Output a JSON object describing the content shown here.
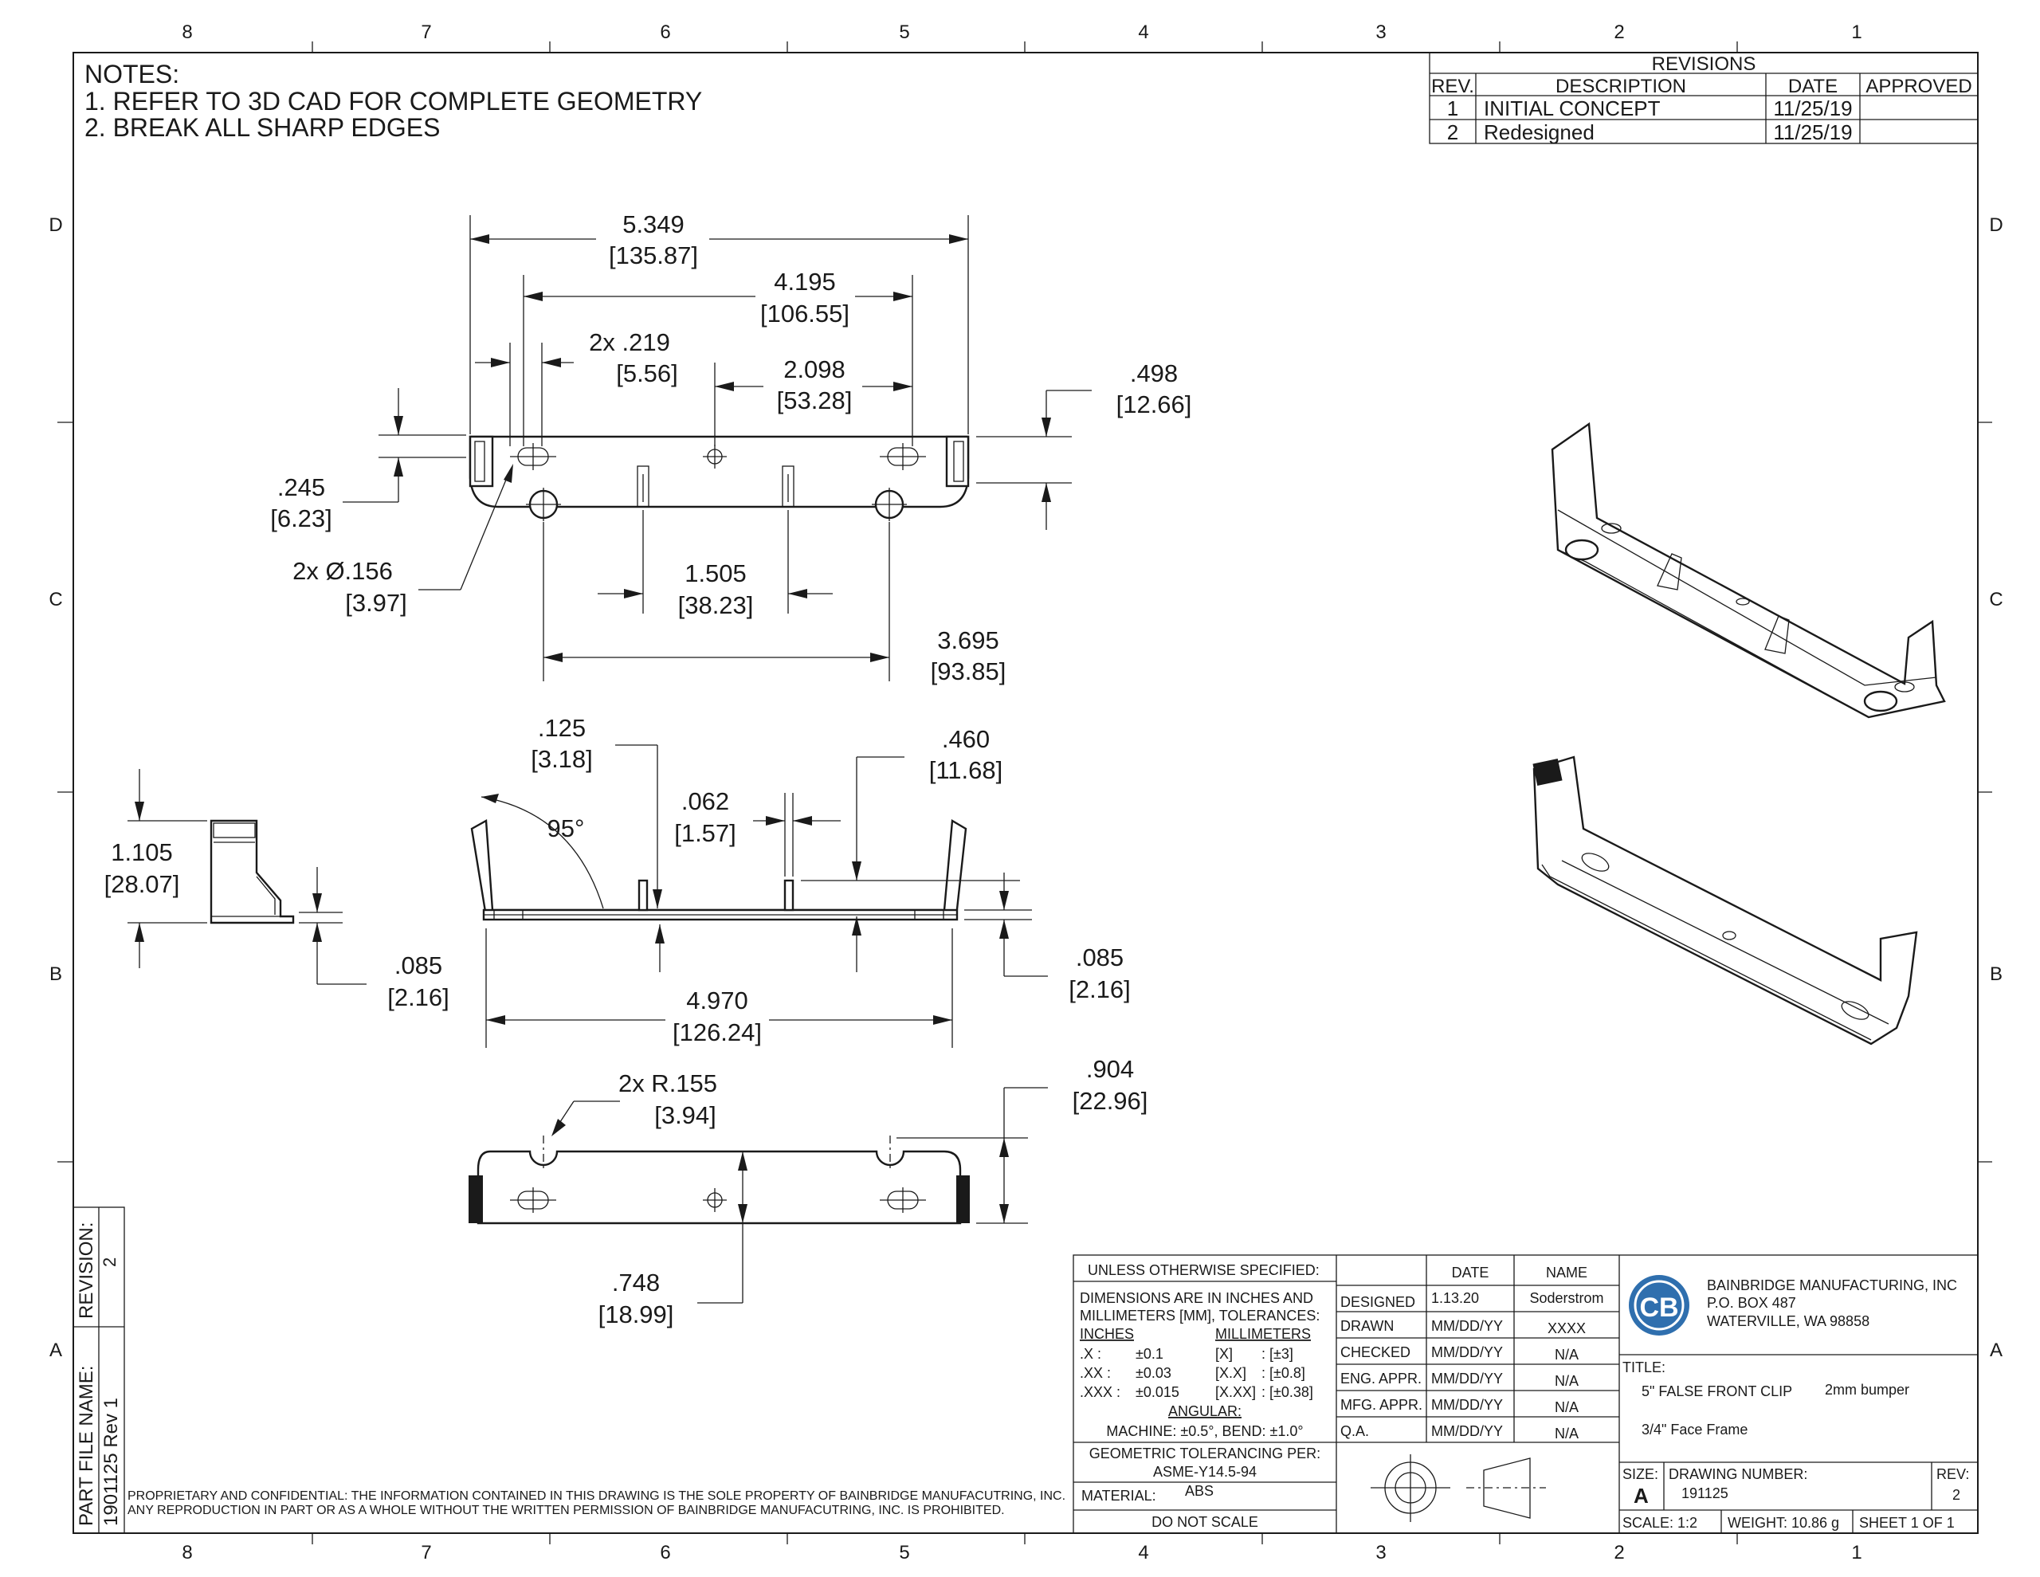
{
  "zones": {
    "columns": [
      "8",
      "7",
      "6",
      "5",
      "4",
      "3",
      "2",
      "1"
    ],
    "rows": [
      "D",
      "C",
      "B",
      "A"
    ]
  },
  "notes": {
    "heading": "NOTES:",
    "items": [
      "1.  REFER TO 3D CAD FOR COMPLETE GEOMETRY",
      "2.  BREAK ALL SHARP EDGES"
    ]
  },
  "revisions": {
    "title": "REVISIONS",
    "headers": {
      "rev": "REV.",
      "description": "DESCRIPTION",
      "date": "DATE",
      "approved": "APPROVED"
    },
    "rows": [
      {
        "rev": "1",
        "description": "INITIAL CONCEPT",
        "date": "11/25/19",
        "approved": ""
      },
      {
        "rev": "2",
        "description": "Redesigned",
        "date": "11/25/19",
        "approved": ""
      }
    ]
  },
  "dimensions": {
    "top_overall": {
      "in": "5.349",
      "mm": "[135.87]"
    },
    "top_slot_spacing": {
      "in": "4.195",
      "mm": "[106.55]"
    },
    "slot_width": {
      "in": "2x  .219",
      "mm": "[5.56]"
    },
    "center_offset": {
      "in": "2.098",
      "mm": "[53.28]"
    },
    "height_right": {
      "in": ".498",
      "mm": "[12.66]"
    },
    "height_left": {
      "in": ".245",
      "mm": "[6.23]"
    },
    "hole_dia": {
      "in": "2x  Ø.156",
      "mm": "[3.97]"
    },
    "tab_spacing": {
      "in": "1.505",
      "mm": "[38.23]"
    },
    "hole_spacing": {
      "in": "3.695",
      "mm": "[93.85]"
    },
    "wall_thk": {
      "in": ".125",
      "mm": "[3.18]"
    },
    "angle": "95°",
    "tab_thk": {
      "in": ".062",
      "mm": "[1.57]"
    },
    "tab_height": {
      "in": ".460",
      "mm": "[11.68]"
    },
    "side_height": {
      "in": "1.105",
      "mm": "[28.07]"
    },
    "base_thk_left": {
      "in": ".085",
      "mm": "[2.16]"
    },
    "base_thk_right": {
      "in": ".085",
      "mm": "[2.16]"
    },
    "base_length": {
      "in": "4.970",
      "mm": "[126.24]"
    },
    "radius": {
      "in": "2x  R.155",
      "mm": "[3.94]"
    },
    "bottom_height": {
      "in": ".904",
      "mm": "[22.96]"
    },
    "bottom_center": {
      "in": ".748",
      "mm": "[18.99]"
    }
  },
  "side_panel": {
    "revision_label": "REVISION:",
    "revision_value": "2",
    "part_file_label": "PART FILE NAME:",
    "part_file_value": "1901125 Rev 1"
  },
  "proprietary": [
    "PROPRIETARY AND CONFIDENTIAL: THE INFORMATION CONTAINED IN THIS DRAWING IS THE SOLE PROPERTY OF BAINBRIDGE MANUFACUTRING, INC.",
    "ANY REPRODUCTION IN PART OR AS A WHOLE WITHOUT THE WRITTEN PERMISSION OF BAINBRIDGE MANUFACUTRING, INC. IS PROHIBITED."
  ],
  "tolerance_block": {
    "header": "UNLESS OTHERWISE SPECIFIED:",
    "line1": "DIMENSIONS ARE IN INCHES AND",
    "line2": "MILLIMETERS [MM], TOLERANCES:",
    "inches_label": "INCHES",
    "mm_label": "MILLIMETERS",
    "rows": [
      {
        "k": ".X :",
        "v": "±0.1",
        "mk": "[X]",
        "mv": ": [±3]"
      },
      {
        "k": ".XX :",
        "v": "±0.03",
        "mk": "[X.X]",
        "mv": ": [±0.8]"
      },
      {
        "k": ".XXX :",
        "v": "±0.015",
        "mk": "[X.XX]",
        "mv": ": [±0.38]"
      }
    ],
    "angular_label": "ANGULAR:",
    "angular_value": "MACHINE: ±0.5°, BEND: ±1.0°",
    "gt_label": "GEOMETRIC TOLERANCING PER:",
    "gt_value": "ASME-Y14.5-94",
    "material_label": "MATERIAL:",
    "material_value": "ABS",
    "do_not_scale": "DO NOT SCALE"
  },
  "approvals": {
    "date_header": "DATE",
    "name_header": "NAME",
    "rows": [
      {
        "role": "DESIGNED",
        "date": "1.13.20",
        "name": "Soderstrom"
      },
      {
        "role": "DRAWN",
        "date": "MM/DD/YY",
        "name": "XXXX"
      },
      {
        "role": "CHECKED",
        "date": "MM/DD/YY",
        "name": "N/A"
      },
      {
        "role": "ENG. APPR.",
        "date": "MM/DD/YY",
        "name": "N/A"
      },
      {
        "role": "MFG. APPR.",
        "date": "MM/DD/YY",
        "name": "N/A"
      },
      {
        "role": "Q.A.",
        "date": "MM/DD/YY",
        "name": "N/A"
      }
    ]
  },
  "company": {
    "name": "BAINBRIDGE MANUFACTURING, INC",
    "address1": "P.O. BOX 487",
    "address2": "WATERVILLE, WA 98858",
    "logo_text": "CB",
    "logo_color": "#2f6fae"
  },
  "title_block": {
    "title_label": "TITLE:",
    "title_line1": "5\" FALSE FRONT CLIP",
    "title_note": "2mm bumper",
    "title_line2": "3/4\" Face Frame",
    "size_label": "SIZE:",
    "size_value": "A",
    "drawing_number_label": "DRAWING NUMBER:",
    "drawing_number": "191125",
    "rev_label": "REV:",
    "rev_value": "2",
    "scale": "SCALE: 1:2",
    "weight": "WEIGHT: 10.86 g",
    "sheet": "SHEET 1 OF 1"
  }
}
